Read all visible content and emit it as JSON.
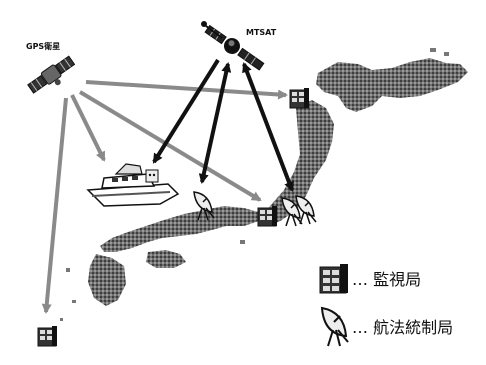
{
  "labels": {
    "gps_satellite": "GPS衛星",
    "mtsat": "MTSAT"
  },
  "legend": {
    "monitor_station": "… 監視局",
    "navigation_control_station": "… 航法統制局"
  },
  "icons": {
    "gps": "satellite-icon",
    "mtsat": "satellite-icon",
    "ship": "ship-icon",
    "monitor": "monitor-station-icon",
    "antenna": "parabolic-antenna-icon"
  }
}
